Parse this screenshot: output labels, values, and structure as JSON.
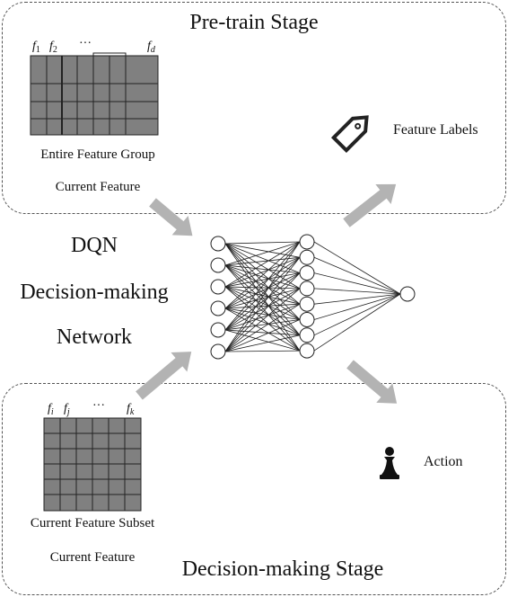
{
  "pretrain_stage": {
    "title": "Pre-train Stage",
    "matrix_header": {
      "first": "f",
      "first_sub": "1",
      "second": "f",
      "second_sub": "2",
      "ellipsis": "···",
      "last": "f",
      "last_sub": "d"
    },
    "matrix_caption": "Entire Feature Group",
    "input_label": "Current Feature",
    "output_label": "Feature Labels",
    "output_icon": "tag-icon"
  },
  "center": {
    "line1": "DQN",
    "line2": "Decision-making",
    "line3": "Network",
    "network_layers": [
      6,
      8,
      1
    ]
  },
  "decision_stage": {
    "title": "Decision-making Stage",
    "matrix_header": {
      "first": "f",
      "first_sub": "i",
      "second": "f",
      "second_sub": "j",
      "ellipsis": "···",
      "last": "f",
      "last_sub": "k"
    },
    "matrix_caption": "Current Feature Subset",
    "input_label": "Current Feature",
    "output_label": "Action",
    "output_icon": "chess-pawn-icon"
  },
  "colors": {
    "matrix_fill": "#808080",
    "arrow_fill": "#b3b3b3",
    "line": "#222222"
  }
}
